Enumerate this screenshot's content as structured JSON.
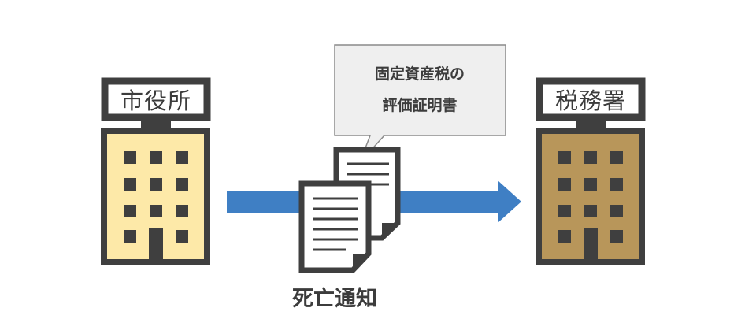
{
  "left_building": {
    "sign": "市役所",
    "fill_color": "#fde9a8"
  },
  "right_building": {
    "sign": "税務署",
    "fill_color": "#b8965a"
  },
  "colors": {
    "frame": "#3f3f3f",
    "arrow": "#3f7fc4",
    "bubble_fill": "#efefef",
    "bubble_border": "#8a8a8a"
  },
  "speech_bubble": {
    "line1": "固定資産税の",
    "line2": "評価証明書"
  },
  "documents": {
    "caption": "死亡通知"
  }
}
